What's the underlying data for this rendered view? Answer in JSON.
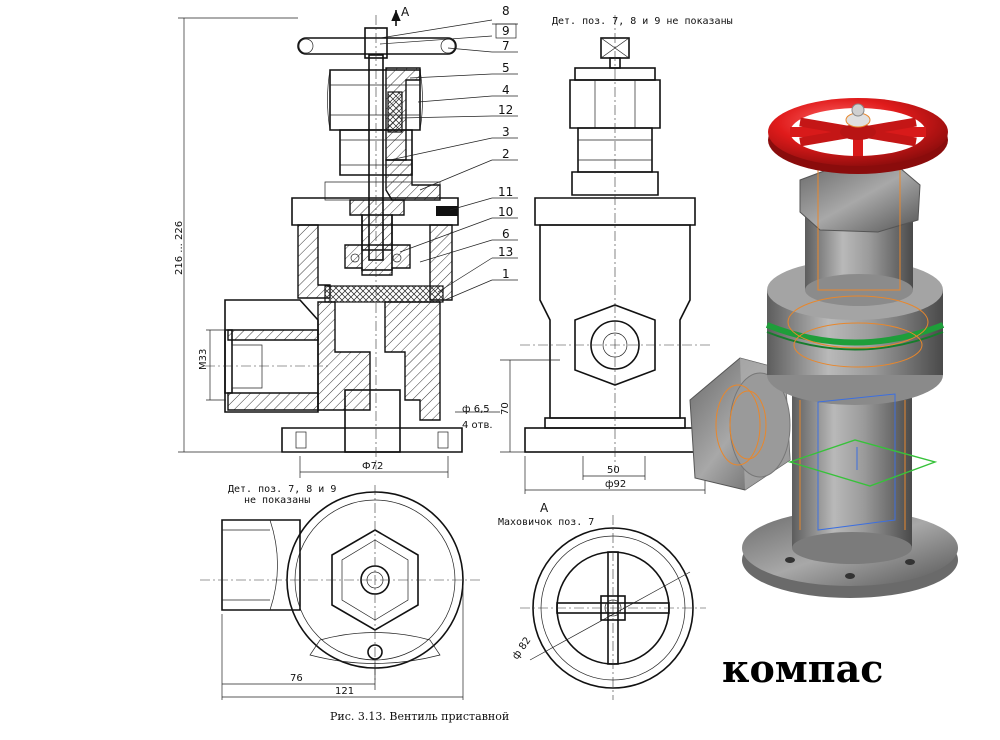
{
  "drawing": {
    "section_mark": "A",
    "note_top": "Дет. поз. 7, 8 и 9 не показаны",
    "note_plan_line1": "Дет. поз. 7, 8 и 9",
    "note_plan_line2": "не показаны",
    "view_a_title": "А",
    "view_a_subtitle": "Маховичок поз. 7",
    "caption": "Рис. 3.13. Вентиль приставной",
    "software_label": "компас"
  },
  "positions": [
    "8",
    "9",
    "7",
    "5",
    "4",
    "12",
    "3",
    "2",
    "11",
    "10",
    "6",
    "13",
    "1"
  ],
  "dimensions": {
    "height": "216 ... 226",
    "thread": "M33",
    "hole_dia": "ф 6,5",
    "hole_count": "4 отв.",
    "base_dia": "Ф72",
    "side_height": "70",
    "side_width": "50",
    "side_base_dia": "ф92",
    "plan_w1": "76",
    "plan_w2": "121",
    "wheel_dia": "ф 82"
  },
  "colors": {
    "handwheel": "#e01b1b",
    "body_metal": "#8e8e8e",
    "gasket_ring": "#1e9e3a",
    "wire_orange": "#e8872c",
    "wire_blue": "#3c6fe0",
    "wire_green": "#37c23a"
  }
}
